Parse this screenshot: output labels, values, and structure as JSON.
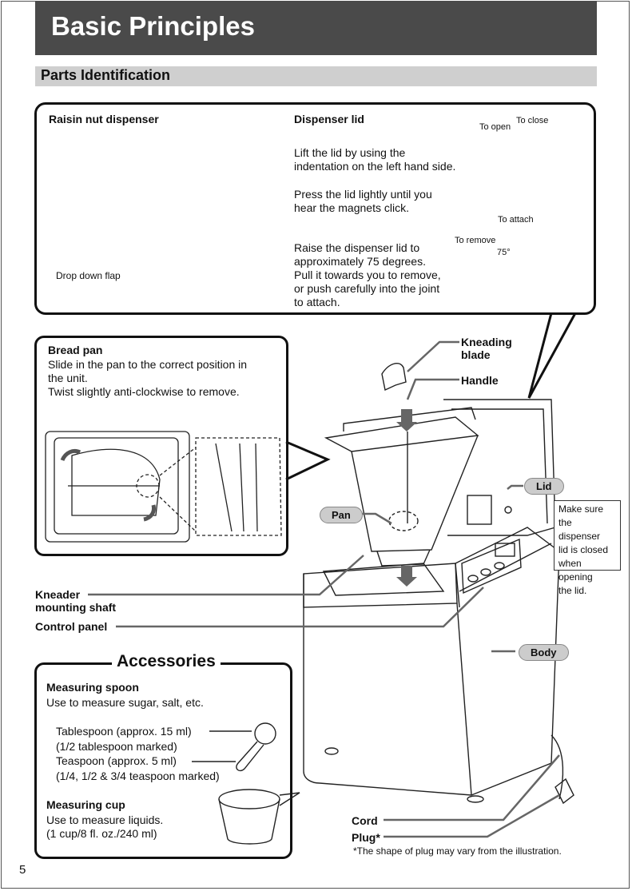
{
  "header": {
    "title": "Basic Principles",
    "section": "Parts Identification"
  },
  "top_panel": {
    "raisin": {
      "heading": "Raisin nut dispenser",
      "flap_label": "Drop down flap"
    },
    "lid": {
      "heading": "Dispenser lid",
      "to_open": "To open",
      "to_close": "To close",
      "p1": [
        "Lift the lid by using the",
        "indentation on the left hand side."
      ],
      "p2": [
        "Press the lid lightly until you",
        "hear the magnets click."
      ],
      "p3": [
        "Raise the dispenser lid to",
        "approximately 75 degrees.",
        "Pull it towards you to remove,",
        "or push carefully into the joint",
        "to attach."
      ],
      "to_attach": "To attach",
      "to_remove": "To remove",
      "angle": "75°"
    }
  },
  "bread_pan": {
    "heading": "Bread pan",
    "lines": [
      "Slide in the pan to the correct position in",
      "the unit.",
      "Twist slightly anti-clockwise to remove."
    ]
  },
  "callouts": {
    "kneading_blade": [
      "Kneading",
      "blade"
    ],
    "handle": "Handle",
    "lid": "Lid",
    "pan": "Pan",
    "body": "Body",
    "kneader_shaft": [
      "Kneader",
      "mounting shaft"
    ],
    "control_panel": "Control panel",
    "cord": "Cord",
    "plug": "Plug*",
    "lid_note": [
      "Make sure",
      "the dispenser",
      "lid is closed",
      "when opening",
      "the lid."
    ]
  },
  "accessories": {
    "title": "Accessories",
    "spoon_heading": "Measuring spoon",
    "spoon_text": "Use to measure sugar, salt, etc.",
    "tablespoon": "Tablespoon (approx. 15 ml)",
    "tablespoon_marked": "(1/2 tablespoon marked)",
    "teaspoon": "Teaspoon (approx. 5 ml)",
    "teaspoon_marked": "(1/4, 1/2 & 3/4 teaspoon marked)",
    "cup_heading": "Measuring cup",
    "cup_lines": [
      "Use to measure liquids.",
      "(1 cup/8 fl. oz./240 ml)"
    ]
  },
  "footnote": "*The shape of plug may vary from the illustration.",
  "page_number": "5"
}
